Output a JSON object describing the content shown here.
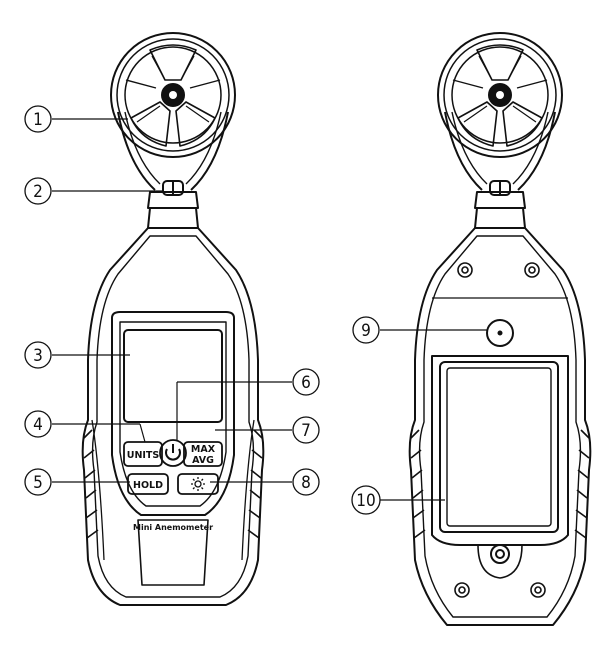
{
  "front": {
    "buttons": {
      "units": "UNITS",
      "max_line1": "MAX",
      "max_line2": "AVG",
      "hold": "HOLD"
    },
    "model_label": "Mini Anemometer"
  },
  "callouts": {
    "c1": "1",
    "c2": "2",
    "c3": "3",
    "c4": "4",
    "c5": "5",
    "c6": "6",
    "c7": "7",
    "c8": "8",
    "c9": "9",
    "c10": "10"
  },
  "colors": {
    "line": "#111111",
    "background": "#ffffff"
  }
}
